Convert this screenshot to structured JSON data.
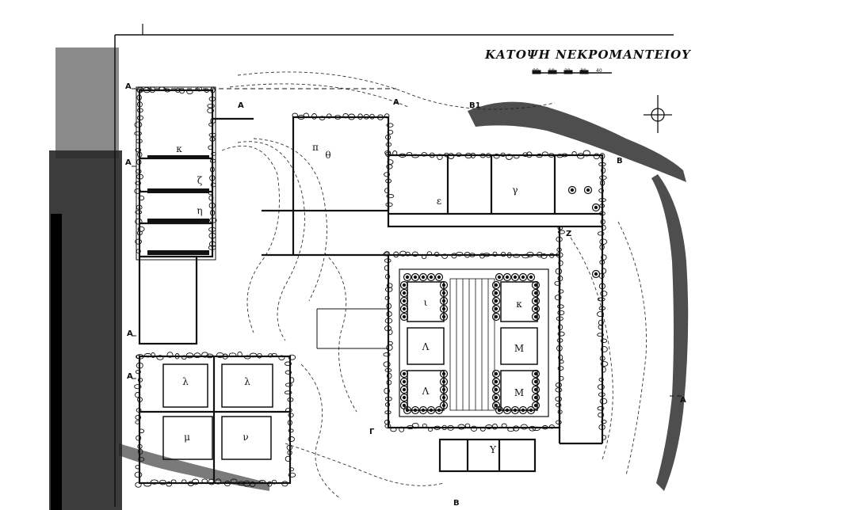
{
  "plan": {
    "title": "ΚΑΤΟΨΗ ΝΕΚΡΟΜΑΝΤΕΙΟΥ",
    "scale_ticks": [
      "00",
      "10",
      "20",
      "30",
      "40"
    ],
    "section_markers": [
      "A",
      "A",
      "A",
      "A",
      "A",
      "A",
      "A",
      "B",
      "B1",
      "B",
      "Γ",
      "Z"
    ],
    "room_labels": [
      "κ",
      "ζ",
      "η",
      "θ",
      "π",
      "ε",
      "γ",
      "ι",
      "κ",
      "Λ",
      "Μ",
      "Λ",
      "Μ",
      "λ",
      "λ",
      "μ",
      "ν",
      "Υ"
    ]
  }
}
